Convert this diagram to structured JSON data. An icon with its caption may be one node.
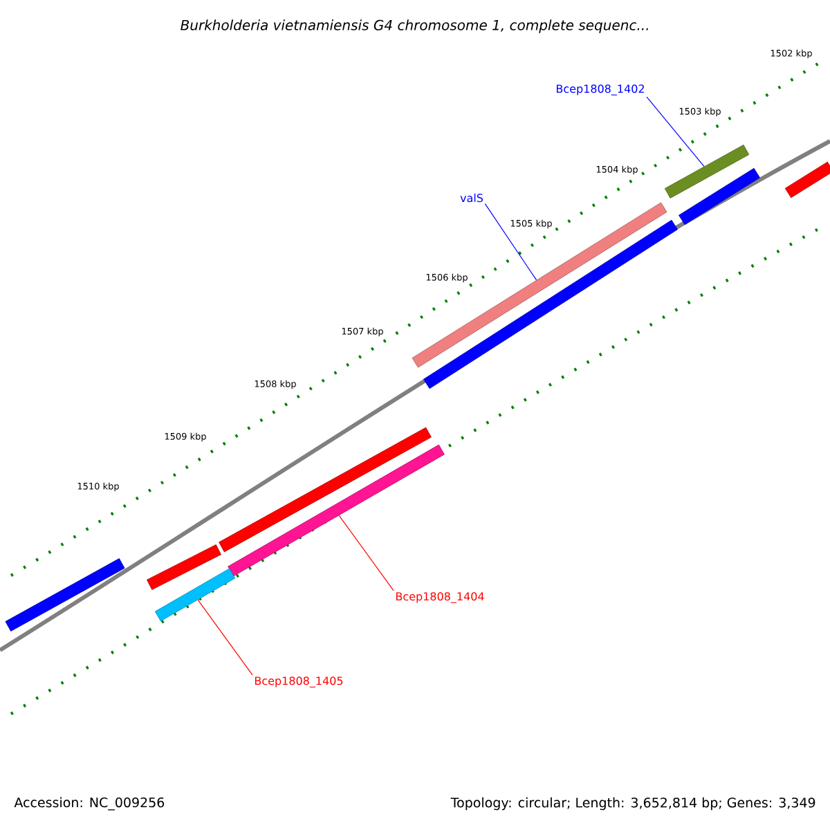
{
  "diagram": {
    "title": "Burkholderia vietnamiensis G4 chromosome 1, complete sequenc...",
    "nodes": [
      {
        "text": [
          "Bcep1808_1402"
        ]
      },
      {
        "text": [],
        "shape": "bar"
      },
      {
        "text": [],
        "shape": "bar"
      },
      {
        "text": [],
        "shape": "bar"
      },
      {
        "text": [
          "valS"
        ]
      },
      {
        "text": [],
        "shape": "bar"
      },
      {
        "text": [],
        "shape": "bar"
      },
      {
        "text": [],
        "shape": "bar"
      },
      {
        "text": [],
        "shape": "bar"
      },
      {
        "text": [],
        "shape": "bar"
      },
      {
        "text": [],
        "shape": "bar"
      },
      {
        "text": [],
        "shape": "bar"
      },
      {
        "text": [
          "Bcep1808_1404"
        ]
      },
      {
        "text": [
          "Bcep1808_1405"
        ]
      }
    ],
    "edges": [
      {
        "from": 0,
        "to": 1,
        "arrow": "none",
        "color": "#0000ff"
      },
      {
        "from": 4,
        "to": 5,
        "arrow": "none",
        "color": "#0000ff"
      },
      {
        "from": 12,
        "to": 9,
        "arrow": "none",
        "color": "#ff0000"
      },
      {
        "from": 13,
        "to": 10,
        "arrow": "none",
        "color": "#ff0000"
      }
    ],
    "labels": [
      "1502 kbp",
      "1503 kbp",
      "1504 kbp",
      "1505 kbp",
      "1506 kbp",
      "1507 kbp",
      "1508 kbp",
      "1509 kbp",
      "1510 kbp",
      "Accession: NC_009256",
      "Topology: circular; Length: 3,652,814 bp; Genes: 3,349"
    ]
  }
}
